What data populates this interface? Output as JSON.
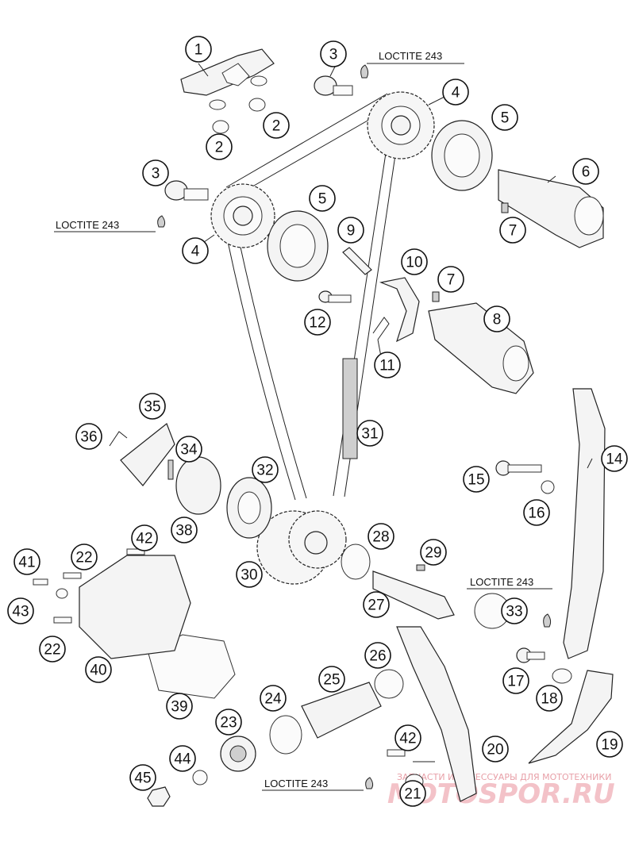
{
  "callouts": [
    {
      "id": "c1",
      "label": "1"
    },
    {
      "id": "c2a",
      "label": "2"
    },
    {
      "id": "c2b",
      "label": "2"
    },
    {
      "id": "c3a",
      "label": "3"
    },
    {
      "id": "c3b",
      "label": "3"
    },
    {
      "id": "c4a",
      "label": "4"
    },
    {
      "id": "c4b",
      "label": "4"
    },
    {
      "id": "c5a",
      "label": "5"
    },
    {
      "id": "c5b",
      "label": "5"
    },
    {
      "id": "c6",
      "label": "6"
    },
    {
      "id": "c7a",
      "label": "7"
    },
    {
      "id": "c7b",
      "label": "7"
    },
    {
      "id": "c8",
      "label": "8"
    },
    {
      "id": "c9",
      "label": "9"
    },
    {
      "id": "c10",
      "label": "10"
    },
    {
      "id": "c11",
      "label": "11"
    },
    {
      "id": "c12",
      "label": "12"
    },
    {
      "id": "c14",
      "label": "14"
    },
    {
      "id": "c15",
      "label": "15"
    },
    {
      "id": "c16",
      "label": "16"
    },
    {
      "id": "c17",
      "label": "17"
    },
    {
      "id": "c18",
      "label": "18"
    },
    {
      "id": "c19",
      "label": "19"
    },
    {
      "id": "c20",
      "label": "20"
    },
    {
      "id": "c21",
      "label": "21"
    },
    {
      "id": "c22a",
      "label": "22"
    },
    {
      "id": "c22b",
      "label": "22"
    },
    {
      "id": "c23",
      "label": "23"
    },
    {
      "id": "c24",
      "label": "24"
    },
    {
      "id": "c25",
      "label": "25"
    },
    {
      "id": "c26",
      "label": "26"
    },
    {
      "id": "c27",
      "label": "27"
    },
    {
      "id": "c28",
      "label": "28"
    },
    {
      "id": "c29",
      "label": "29"
    },
    {
      "id": "c30",
      "label": "30"
    },
    {
      "id": "c31",
      "label": "31"
    },
    {
      "id": "c32",
      "label": "32"
    },
    {
      "id": "c33",
      "label": "33"
    },
    {
      "id": "c34",
      "label": "34"
    },
    {
      "id": "c35",
      "label": "35"
    },
    {
      "id": "c36",
      "label": "36"
    },
    {
      "id": "c38",
      "label": "38"
    },
    {
      "id": "c39",
      "label": "39"
    },
    {
      "id": "c40",
      "label": "40"
    },
    {
      "id": "c41",
      "label": "41"
    },
    {
      "id": "c42a",
      "label": "42"
    },
    {
      "id": "c42b",
      "label": "42"
    },
    {
      "id": "c43",
      "label": "43"
    },
    {
      "id": "c44",
      "label": "44"
    },
    {
      "id": "c45",
      "label": "45"
    }
  ],
  "loctite_labels": {
    "top": "LOCTITE 243",
    "left": "LOCTITE 243",
    "right": "LOCTITE 243",
    "bottom": "LOCTITE 243"
  },
  "watermark": {
    "line": "ЗАПЧАСТИ И АКСЕССУАРЫ ДЛЯ МОТОТЕХНИКИ",
    "logo": "MOTOSPOR.RU"
  }
}
